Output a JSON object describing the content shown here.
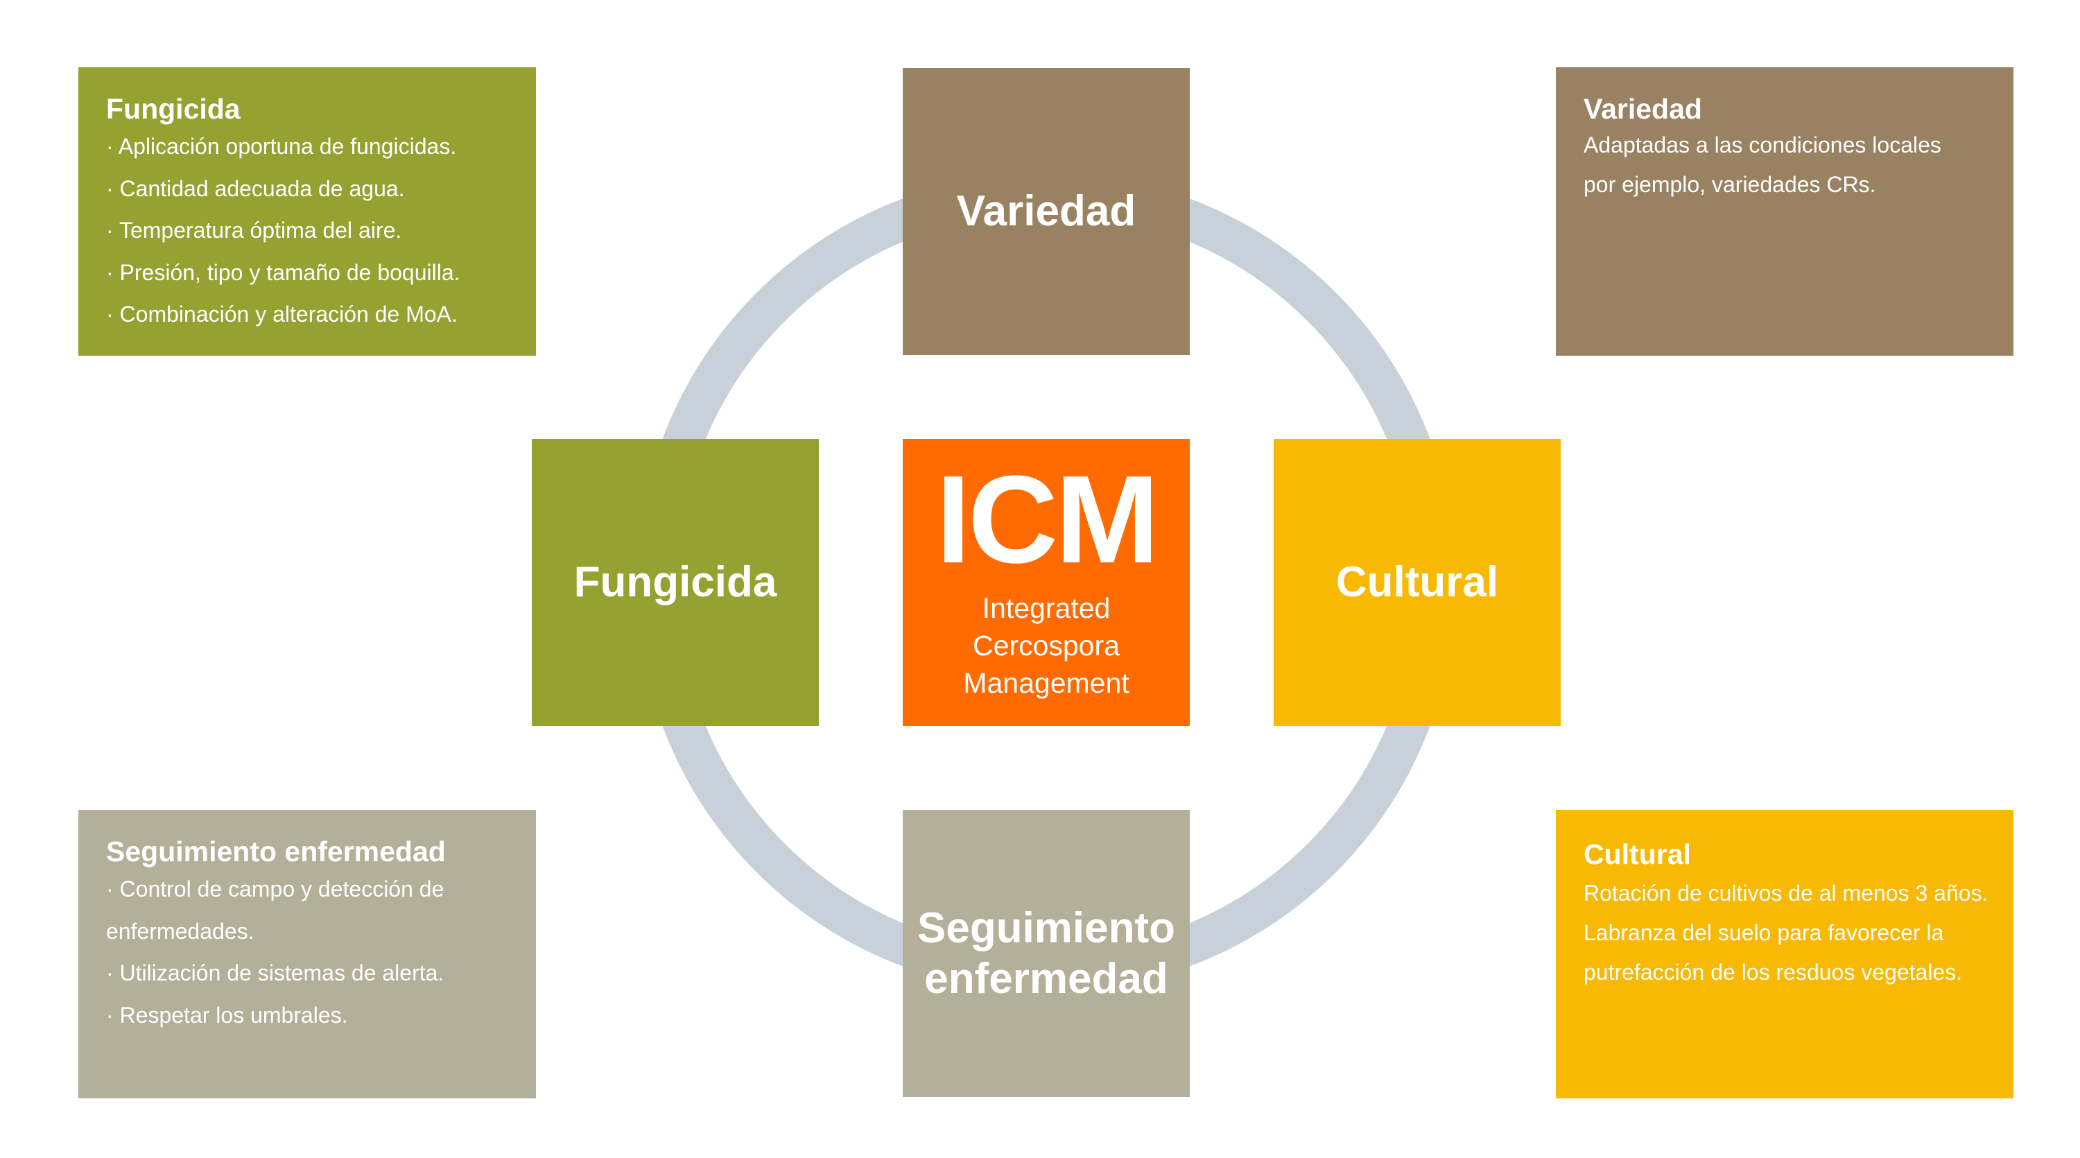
{
  "center": {
    "title": "ICM",
    "subtitle_lines": [
      "Integrated",
      "Cercospora",
      "Management"
    ]
  },
  "tiles": {
    "variedad": "Variedad",
    "fungicida": "Fungicida",
    "cultural": "Cultural",
    "seguimiento": [
      "Seguimiento",
      "enfermedad"
    ]
  },
  "panels": {
    "fungicida": {
      "title": "Fungicida",
      "lines": [
        "· Aplicación oportuna de fungicidas.",
        "· Cantidad adecuada de agua.",
        "· Temperatura óptima del aire.",
        "· Presión, tipo y tamaño de boquilla.",
        "· Combinación y alteración de MoA."
      ]
    },
    "variedad": {
      "title": "Variedad",
      "lines": [
        "Adaptadas a las condiciones locales",
        "por ejemplo, variedades CRs."
      ]
    },
    "seguimiento": {
      "title": "Seguimiento enfermedad",
      "lines": [
        "· Control de campo y detección de",
        "enfermedades.",
        "· Utilización de sistemas de alerta.",
        "· Respetar los umbrales."
      ]
    },
    "cultural": {
      "title": "Cultural",
      "lines": [
        "Rotación de cultivos de al menos 3 años.",
        "Labranza del suelo para favorecer la",
        "putrefacción de los resduos vegetales."
      ]
    }
  },
  "colors": {
    "olive": "#95A131",
    "brown": "#988262",
    "orange": "#FF6B00",
    "yellow": "#F8B904",
    "gray_beige": "#B3AF99",
    "ring": "#C8D1D9"
  }
}
